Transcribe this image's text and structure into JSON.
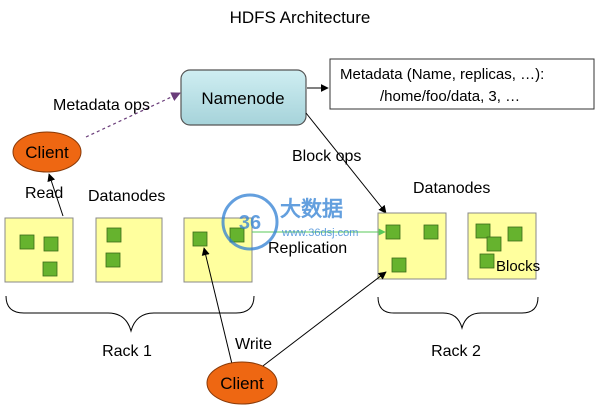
{
  "title": "HDFS Architecture",
  "namenode": {
    "label": "Namenode"
  },
  "metadata_box": {
    "line1": "Metadata (Name, replicas, …):",
    "line2": "/home/foo/data, 3, …"
  },
  "clients": {
    "top": "Client",
    "bottom": "Client"
  },
  "edges": {
    "metadata_ops": "Metadata ops",
    "block_ops": "Block ops",
    "read": "Read",
    "write": "Write",
    "replication": "Replication"
  },
  "datanodes": {
    "left_label": "Datanodes",
    "right_label": "Datanodes"
  },
  "blocks_label": "Blocks",
  "racks": {
    "rack1": "Rack 1",
    "rack2": "Rack 2"
  },
  "watermark": {
    "brand": "大数据",
    "url": "www.36dsj.com",
    "number": "36"
  },
  "colors": {
    "datanode_fill": "#ffff9e",
    "block_fill": "#66b32e",
    "namenode_fill": "#b5dde3",
    "client_fill": "#ee6712",
    "line": "#000000",
    "metadata_ops_line": "#6a3d7a",
    "replication_line": "#58c95a",
    "watermark": "#2f7fd4"
  }
}
